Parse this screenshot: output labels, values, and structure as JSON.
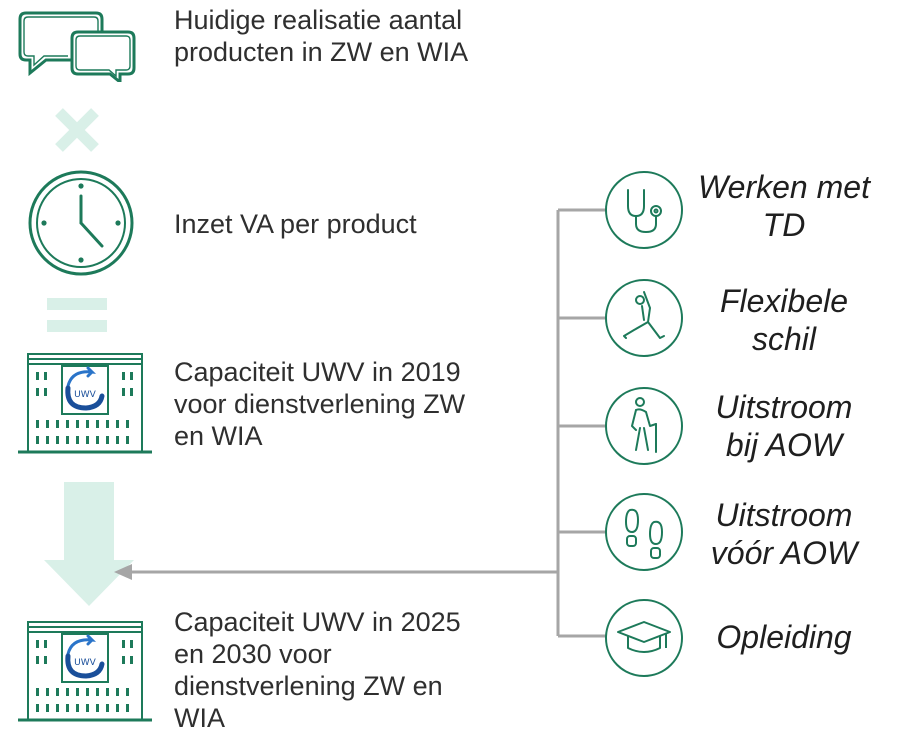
{
  "colors": {
    "accent": "#1d7a5a",
    "accent_light": "#d9f0e8",
    "connector": "#a6a6a6"
  },
  "left_steps": [
    {
      "icon": "speech-bubbles-icon",
      "lines": [
        "Huidige realisatie aantal",
        "producten in ZW en WIA"
      ]
    },
    {
      "icon": "clock-icon",
      "lines": [
        "Inzet VA per product"
      ]
    },
    {
      "icon": "uwv-building-icon",
      "lines": [
        "Capaciteit UWV in 2019",
        "voor dienstverlening ZW",
        "en WIA"
      ]
    },
    {
      "icon": "uwv-building-icon",
      "lines": [
        "Capaciteit UWV in 2025",
        "en 2030 voor",
        "dienstverlening ZW en",
        "WIA"
      ]
    }
  ],
  "operators": {
    "multiply": "times-icon",
    "equals": "equals-icon",
    "arrow": "down-arrow-icon"
  },
  "logo_text": "UWV",
  "factors": [
    {
      "icon": "stethoscope-icon",
      "lines": [
        "Werken met",
        "TD"
      ]
    },
    {
      "icon": "stretching-person-icon",
      "lines": [
        "Flexibele",
        "schil"
      ]
    },
    {
      "icon": "elderly-person-icon",
      "lines": [
        "Uitstroom",
        "bij AOW"
      ]
    },
    {
      "icon": "footprints-icon",
      "lines": [
        "Uitstroom",
        "vóór AOW"
      ]
    },
    {
      "icon": "graduation-cap-icon",
      "lines": [
        "Opleiding"
      ]
    }
  ]
}
